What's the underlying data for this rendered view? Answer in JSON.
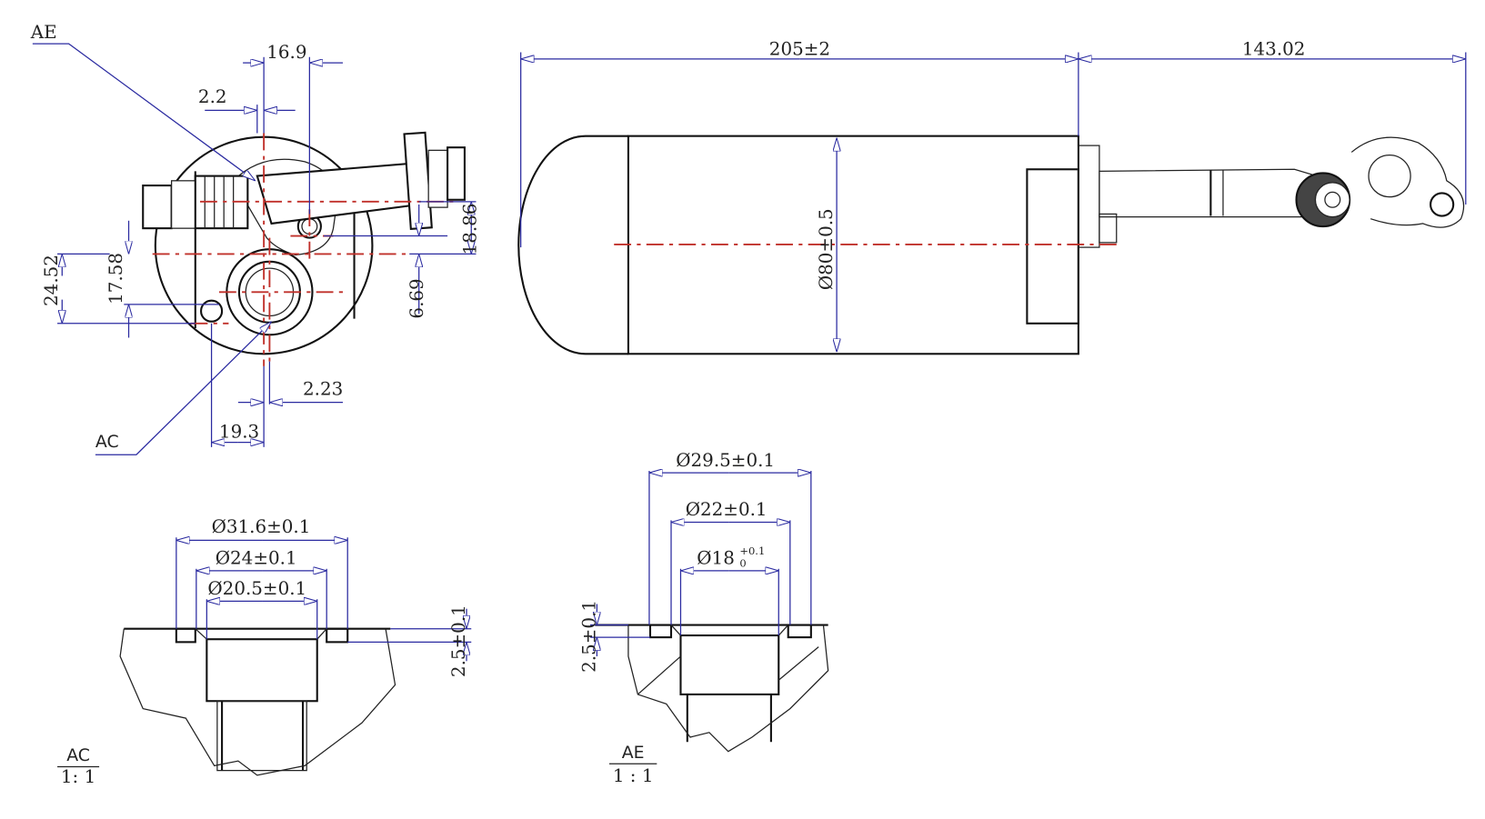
{
  "drawing": {
    "colors": {
      "outline": "#111111",
      "centerline": "#c0302a",
      "dimension": "#2a2aa0"
    },
    "end_view": {
      "callouts": {
        "ae": "AE",
        "ac": "AC"
      },
      "dims": {
        "d16_9": "16.9",
        "d2_2": "2.2",
        "d24_52": "24.52",
        "d17_58": "17.58",
        "d6_69": "6.69",
        "d18_86": "18.86",
        "d2_23": "2.23",
        "d19_3": "19.3"
      }
    },
    "side_view": {
      "dims": {
        "length": "205±2",
        "pipe": "143.02",
        "diameter": "Ø80±0.5"
      }
    },
    "section_ac": {
      "dims": {
        "d1": "Ø31.6±0.1",
        "d2": "Ø24±0.1",
        "d3": "Ø20.5±0.1",
        "depth": "2.5±0.1"
      },
      "label": "AC",
      "scale": "1: 1"
    },
    "section_ae": {
      "dims": {
        "d1": "Ø29.5±0.1",
        "d2": "Ø22±0.1",
        "d3": "Ø18",
        "d3_tol_upper": "+0.1",
        "d3_tol_lower": "0",
        "depth": "2.5±0.1"
      },
      "label": "AE",
      "scale": "1 : 1"
    }
  }
}
